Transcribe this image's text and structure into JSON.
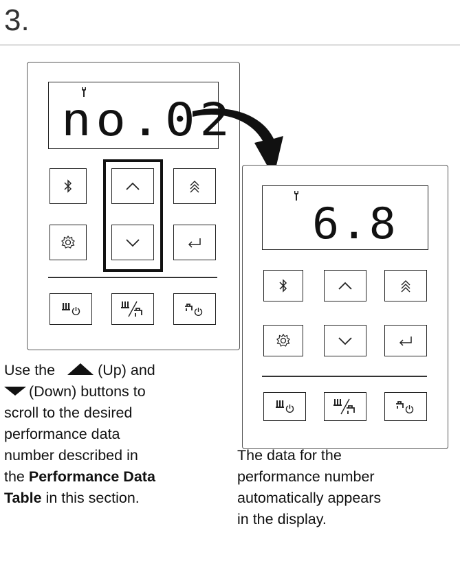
{
  "step": {
    "number": "3."
  },
  "left_panel": {
    "display_text": "no.02"
  },
  "right_panel": {
    "display_text": "6.8"
  },
  "captions": {
    "left": {
      "line1_pre": "Use the",
      "up_label": "(Up) and",
      "down_label": "(Down) buttons to",
      "line3": "scroll to the desired",
      "line4": "performance data",
      "line5": "number described in",
      "line6_pre": "the",
      "bold1": "Performance Data",
      "bold2": "Table",
      "line7_post": "in this section."
    },
    "right": {
      "line1": "The data for the",
      "line2": "performance number",
      "line3": "automatically appears",
      "line4": "in the display."
    }
  },
  "icons": [
    "wrench-icon",
    "bluetooth-icon",
    "up-arrow-icon",
    "double-up-icon",
    "settings-gear-icon",
    "down-arrow-icon",
    "enter-icon",
    "heater-power-icon",
    "heat-water-icon",
    "faucet-power-icon",
    "curved-arrow"
  ]
}
